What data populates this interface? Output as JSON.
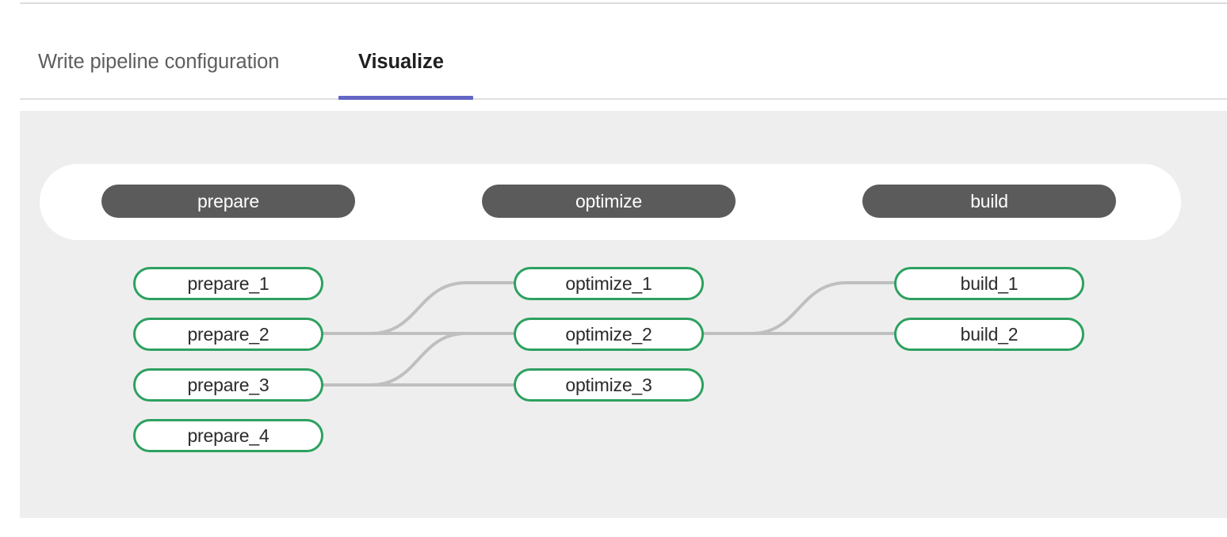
{
  "tabs": [
    {
      "id": "write",
      "label": "Write pipeline configuration",
      "active": false
    },
    {
      "id": "visualize",
      "label": "Visualize",
      "active": true
    }
  ],
  "graph": {
    "stages": [
      {
        "name": "prepare",
        "jobs": [
          "prepare_1",
          "prepare_2",
          "prepare_3",
          "prepare_4"
        ]
      },
      {
        "name": "optimize",
        "jobs": [
          "optimize_1",
          "optimize_2",
          "optimize_3"
        ]
      },
      {
        "name": "build",
        "jobs": [
          "build_1",
          "build_2"
        ]
      }
    ],
    "links": [
      {
        "from": "prepare_2",
        "to": "optimize_1"
      },
      {
        "from": "prepare_2",
        "to": "optimize_2"
      },
      {
        "from": "prepare_3",
        "to": "optimize_2"
      },
      {
        "from": "prepare_3",
        "to": "optimize_3"
      },
      {
        "from": "optimize_2",
        "to": "build_1"
      },
      {
        "from": "optimize_2",
        "to": "build_2"
      }
    ],
    "colors": {
      "panel_background": "#efeeee",
      "stage_header_background": "#ffffff",
      "stage_pill_background": "#5b5b5b",
      "stage_pill_text": "#ffffff",
      "job_border": "#2da160",
      "job_background": "#ffffff",
      "job_text": "#2b2b2b",
      "link": "#bfbfbf",
      "tab_active_indicator": "#6366c4",
      "tab_inactive_text": "#5e5e5e",
      "tab_active_text": "#1f1f1f"
    }
  }
}
